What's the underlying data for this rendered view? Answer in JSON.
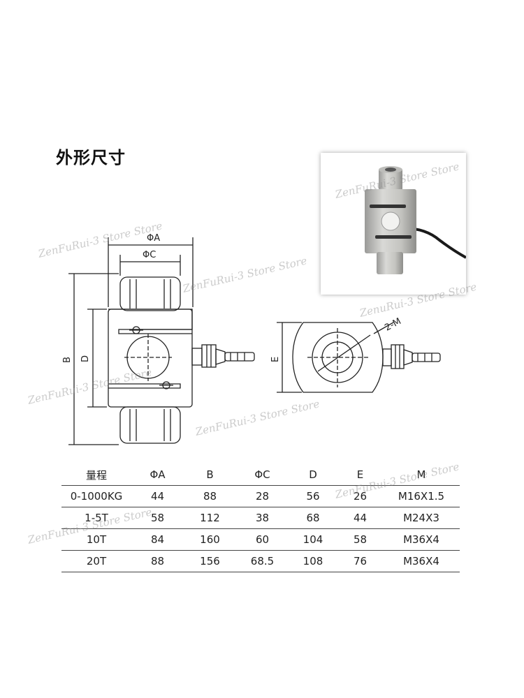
{
  "title": "外形尺寸",
  "drawing_labels": {
    "phi_a": "ΦA",
    "phi_c": "ΦC",
    "b": "B",
    "d": "D",
    "e": "E",
    "two_m": "2-M"
  },
  "table": {
    "headers": [
      "量程",
      "ΦA",
      "B",
      "ΦC",
      "D",
      "E",
      "M"
    ],
    "rows": [
      [
        "0-1000KG",
        "44",
        "88",
        "28",
        "56",
        "26",
        "M16X1.5"
      ],
      [
        "1-5T",
        "58",
        "112",
        "38",
        "68",
        "44",
        "M24X3"
      ],
      [
        "10T",
        "84",
        "160",
        "60",
        "104",
        "58",
        "M36X4"
      ],
      [
        "20T",
        "88",
        "156",
        "68.5",
        "108",
        "76",
        "M36X4"
      ]
    ]
  },
  "watermark": "ZenFuRui-3 Store Store",
  "watermark_alt": "ZenuRui-3 Store Store"
}
